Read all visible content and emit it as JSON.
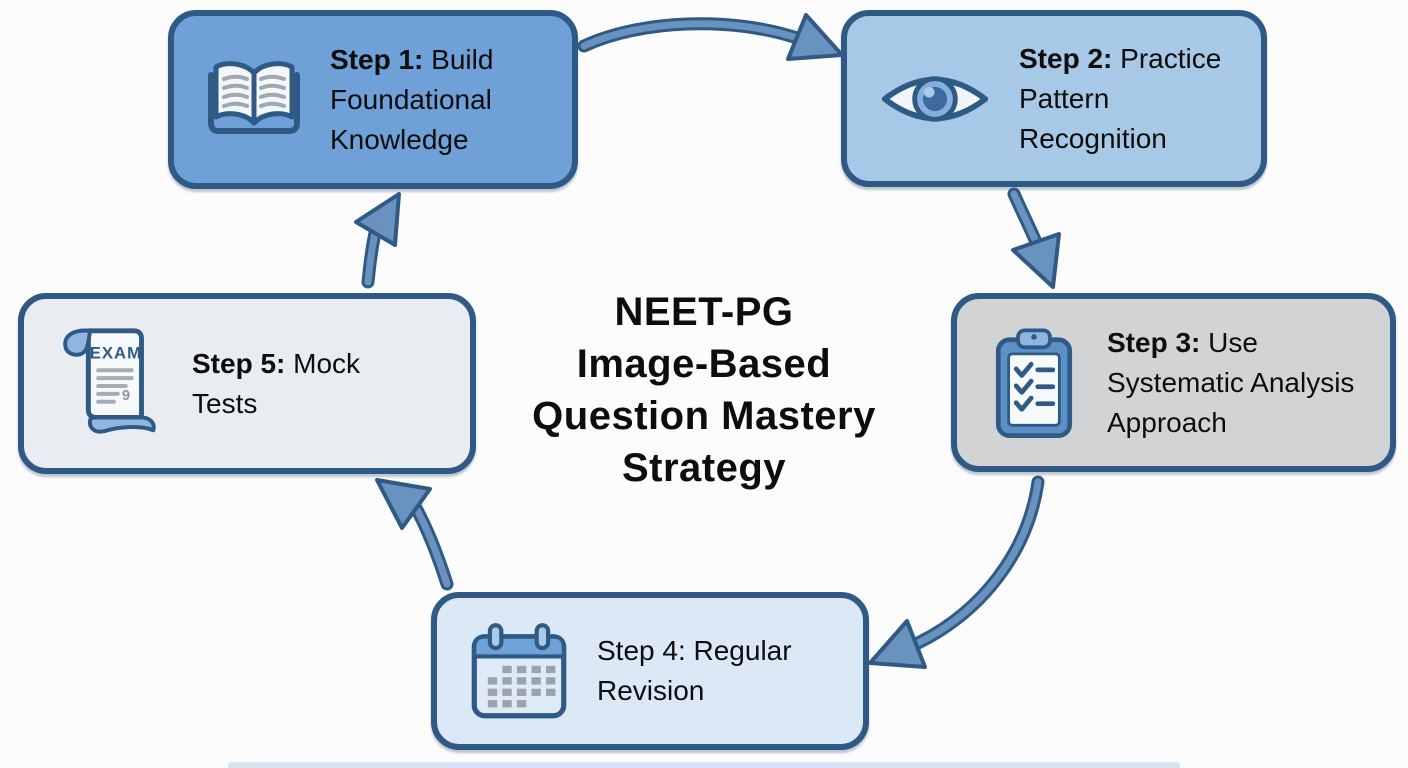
{
  "title": "NEET-PG\nImage-Based\nQuestion Mastery\nStrategy",
  "steps": [
    {
      "id": 1,
      "prefix": "Step 1:",
      "rest": " Build Foundational Knowledge",
      "icon": "open-book",
      "fill": "#6FA0D8"
    },
    {
      "id": 2,
      "prefix": "Step 2:",
      "rest": " Practice Pattern Recognition",
      "icon": "eye",
      "fill": "#A8C8E8"
    },
    {
      "id": 3,
      "prefix": "Step 3:",
      "rest": " Use Systematic Analysis Approach",
      "icon": "clipboard-checklist",
      "fill": "#D2D3D4"
    },
    {
      "id": 4,
      "prefix": "Step 4:",
      "rest": " Regular Revision",
      "icon": "calendar",
      "fill": "#DBE8F6"
    },
    {
      "id": 5,
      "prefix": "Step 5:",
      "rest": " Mock Tests",
      "icon": "exam-scroll",
      "fill": "#E9EDF1"
    }
  ],
  "icons": {
    "exam_scroll_label": "EXAM",
    "exam_scroll_mark": "9"
  },
  "flow": [
    "step1->step2",
    "step2->step3",
    "step3->step4",
    "step4->step5",
    "step5->step1"
  ],
  "colors": {
    "box_border": "#2F5A85",
    "arrow_fill": "#6992BE",
    "arrow_outline": "#2F5A85",
    "title_text": "#0D0D0D",
    "background": "#FCFCFD",
    "bottom_strip": "#D5E4F2"
  }
}
